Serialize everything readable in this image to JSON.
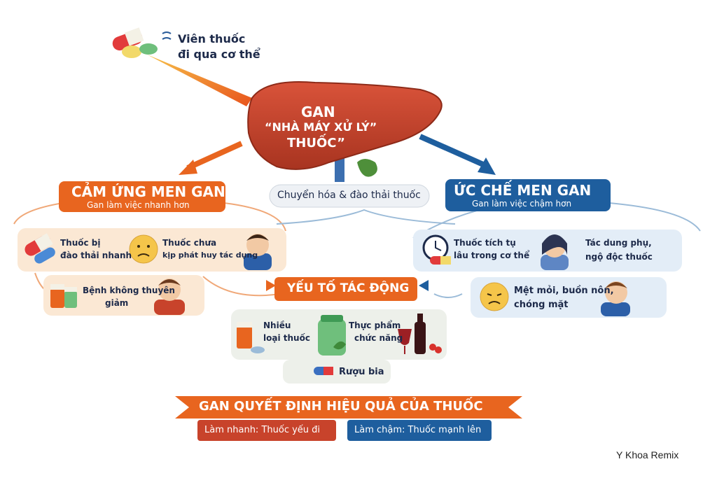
{
  "pill_caption": {
    "line1": "Viên thuốc",
    "line2": "đi qua cơ thể"
  },
  "liver": {
    "line1": "GAN",
    "line2": "“NHÀ MÁY XỬ LÝ”",
    "line3": "THUỐC”"
  },
  "center_label": "Chuyển hóa & đào thải thuốc",
  "induction": {
    "title": "CẢM ỨNG MEN GAN",
    "subtitle": "Gan làm việc nhanh hơn",
    "item1": {
      "line1": "Thuốc bị",
      "line2": "đào thải nhanh"
    },
    "item2": {
      "line1": "Thuốc chưa",
      "line2": "kịp phát huy tác dụng"
    },
    "item3": {
      "line1": "Bệnh không thuyên",
      "line2": "giảm"
    }
  },
  "inhibition": {
    "title": "ỨC CHẾ MEN GAN",
    "subtitle": "Gan làm việc chậm hơn",
    "item1": {
      "line1": "Thuốc tích tụ",
      "line2": "lâu trong cơ thể"
    },
    "item2": {
      "line1": "Tác dung phụ,",
      "line2": "ngộ độc thuốc"
    },
    "item3": {
      "line1": "Mệt mỏi, buồn nôn,",
      "line2": "chóng mặt"
    }
  },
  "factors": {
    "title": "YẾU TỐ TÁC ĐỘNG",
    "item1": {
      "line1": "Nhiều",
      "line2": "loại thuốc"
    },
    "item2": {
      "line1": "Thực phẩm",
      "line2": "chức năng"
    },
    "item3": "Rượu bia"
  },
  "conclusion": {
    "title": "GAN QUYẾT ĐỊNH HIỆU QUẢ CỦA THUỐC",
    "fast": "Làm nhanh: Thuốc yếu đi",
    "slow": "Làm chậm: Thuốc mạnh lên"
  },
  "credit": "Y Khoa Remix",
  "colors": {
    "orange": "#e8651f",
    "blue": "#1e5e9e",
    "liver": "#c8432b",
    "peach": "#fbe8d4",
    "lightblue": "#e3edf7"
  }
}
